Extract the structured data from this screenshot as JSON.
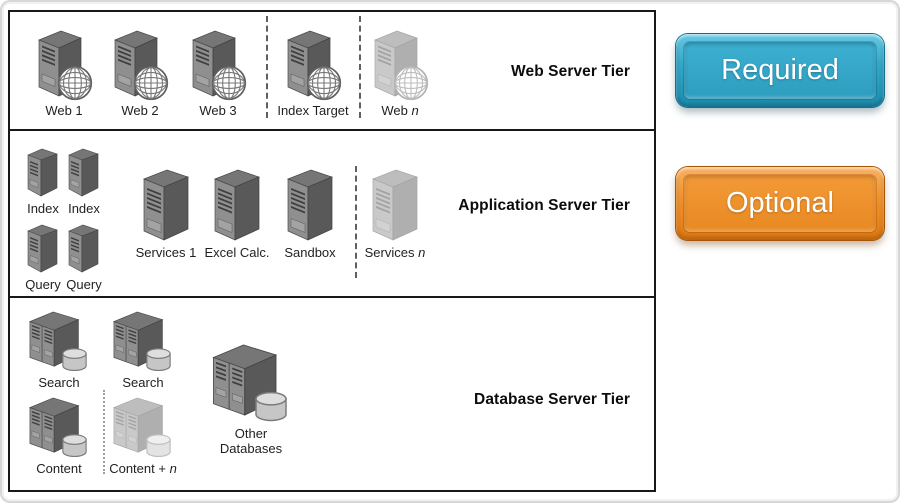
{
  "diagram": {
    "tiers": [
      {
        "name": "Web Server Tier",
        "items": [
          {
            "label": "Web 1",
            "type": "web"
          },
          {
            "label": "Web 2",
            "type": "web"
          },
          {
            "label": "Web 3",
            "type": "web"
          },
          {
            "label": "Index Target",
            "type": "web"
          },
          {
            "label": "Web",
            "italic": "n",
            "type": "web",
            "faded": true
          }
        ]
      },
      {
        "name": "Application Server Tier",
        "items": [
          {
            "label": "Index",
            "type": "tower-small"
          },
          {
            "label": "Index",
            "type": "tower-small"
          },
          {
            "label": "Query",
            "type": "tower-small"
          },
          {
            "label": "Query",
            "type": "tower-small"
          },
          {
            "label": "Services 1",
            "type": "tower-large"
          },
          {
            "label": "Excel Calc.",
            "type": "tower-large"
          },
          {
            "label": "Sandbox",
            "type": "tower-large"
          },
          {
            "label": "Services",
            "italic": "n",
            "type": "tower-large",
            "faded": true
          }
        ]
      },
      {
        "name": "Database Server Tier",
        "items": [
          {
            "label": "Search",
            "type": "db"
          },
          {
            "label": "Search",
            "type": "db"
          },
          {
            "label": "Content",
            "type": "db"
          },
          {
            "label": "Content +",
            "italic": "n",
            "type": "db",
            "faded": true
          },
          {
            "label": "Other Databases",
            "lines": [
              "Other",
              "Databases"
            ],
            "type": "db-large"
          }
        ]
      }
    ]
  },
  "legend": {
    "required_label": "Required",
    "optional_label": "Optional",
    "required_color": "#2FA3C4",
    "optional_color": "#EE8A23"
  },
  "colors": {
    "tier_border": "#181818",
    "server_front": "#8f8f8f",
    "server_side": "#595959",
    "label_text": "#1f1f1f"
  }
}
